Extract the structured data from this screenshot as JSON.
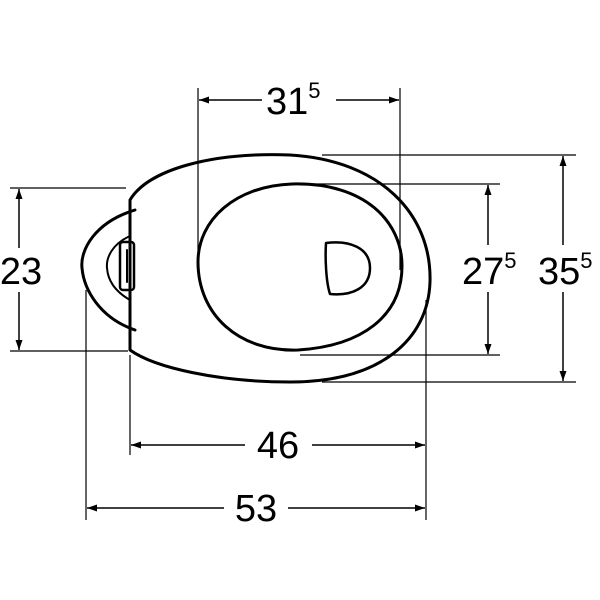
{
  "colors": {
    "stroke": "#000000",
    "background": "#ffffff"
  },
  "dimensions": {
    "top_width": {
      "main": "31",
      "sup": "5"
    },
    "bowl_depth": {
      "main": "27",
      "sup": "5"
    },
    "overall_depth": {
      "main": "35",
      "sup": "5"
    },
    "back_height": {
      "main": "23"
    },
    "length_to_rim": {
      "main": "46"
    },
    "overall_length": {
      "main": "53"
    }
  }
}
